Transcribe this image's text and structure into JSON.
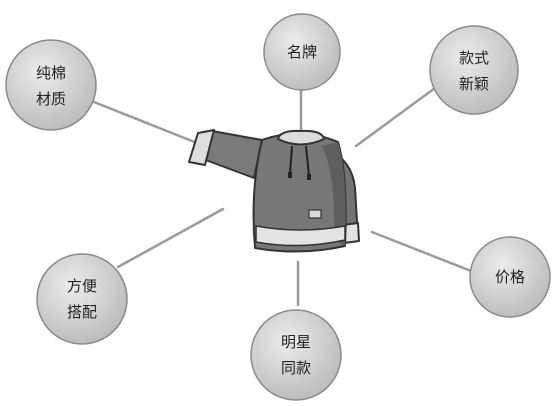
{
  "center": {
    "icon": "sweater-icon"
  },
  "nodes": [
    {
      "id": "material",
      "lines": [
        "纯棉",
        "材质"
      ]
    },
    {
      "id": "brand",
      "lines": [
        "名牌"
      ]
    },
    {
      "id": "style",
      "lines": [
        "款式",
        "新颖"
      ]
    },
    {
      "id": "matching",
      "lines": [
        "方便",
        "搭配"
      ]
    },
    {
      "id": "price",
      "lines": [
        "价格"
      ]
    },
    {
      "id": "celebrity",
      "lines": [
        "明星",
        "同款"
      ]
    }
  ],
  "colors": {
    "bubble_light": "#e6e6e6",
    "bubble_dark": "#bdbdbd",
    "sweater_body": "#777777",
    "sweater_stripe": "#e4e4e4",
    "sweater_shadow": "#5e5e5e",
    "outline": "#333333"
  }
}
